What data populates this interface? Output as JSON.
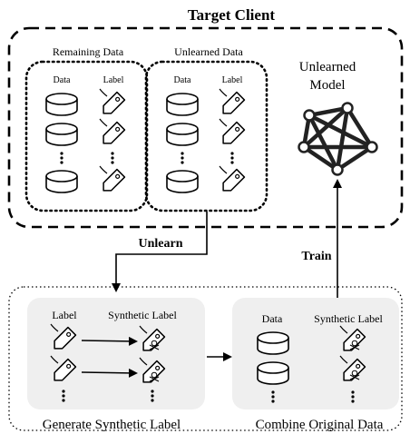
{
  "title": "Target Client",
  "remaining": {
    "title": "Remaining Data",
    "col_data": "Data",
    "col_label": "Label"
  },
  "unlearned": {
    "title": "Unlearned Data",
    "col_data": "Data",
    "col_label": "Label"
  },
  "model": {
    "line1": "Unlearned",
    "line2": "Model"
  },
  "edges": {
    "unlearn": "Unlearn",
    "train": "Train"
  },
  "generate": {
    "col_label": "Label",
    "col_synth": "Synthetic Label",
    "caption": "Generate Synthetic Label"
  },
  "combine": {
    "col_data": "Data",
    "col_synth": "Synthetic Label",
    "caption": "Combine Original Data"
  },
  "icons": [
    "database-cylinder-icon",
    "tag-icon",
    "poison-tag-icon",
    "network-graph-icon"
  ]
}
